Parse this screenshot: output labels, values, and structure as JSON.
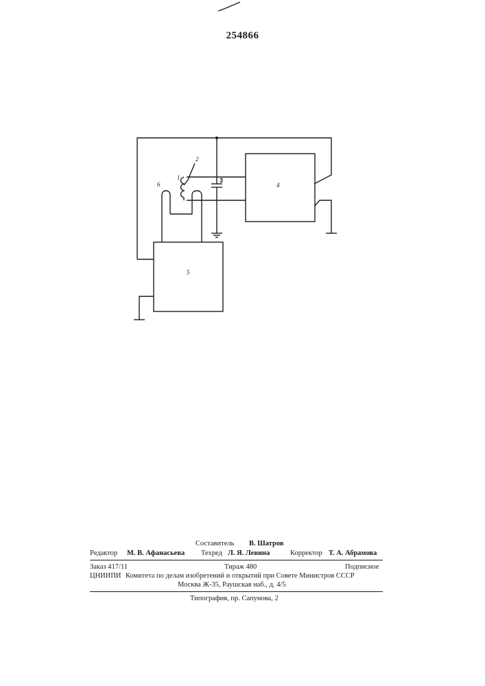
{
  "document": {
    "patent_number": "254866"
  },
  "schematic": {
    "labels": {
      "winding_1": "1",
      "tap_2": "2",
      "capacitor_3": "3",
      "block_4": "4",
      "block_5": "5",
      "coil_6": "6"
    }
  },
  "colophon": {
    "compiler_role": "Составитель",
    "compiler_name": "В. Шатров",
    "editor_role": "Редактор",
    "editor_name": "М. В. Афанасьева",
    "techred_role": "Техред",
    "techred_name": "Л. Я. Левина",
    "corrector_role": "Корректор",
    "corrector_name": "Т. А. Абрамова",
    "order": "Заказ 417/11",
    "circulation": "Тираж 480",
    "subscription": "Подписное",
    "institute": "ЦНИИПИ",
    "committee": "Комитета по делам изобретений и открытий при Совете Министров СССР",
    "address": "Москва Ж-35, Раушская наб., д. 4/5",
    "printing_house": "Типография, пр. Сапунова, 2"
  }
}
